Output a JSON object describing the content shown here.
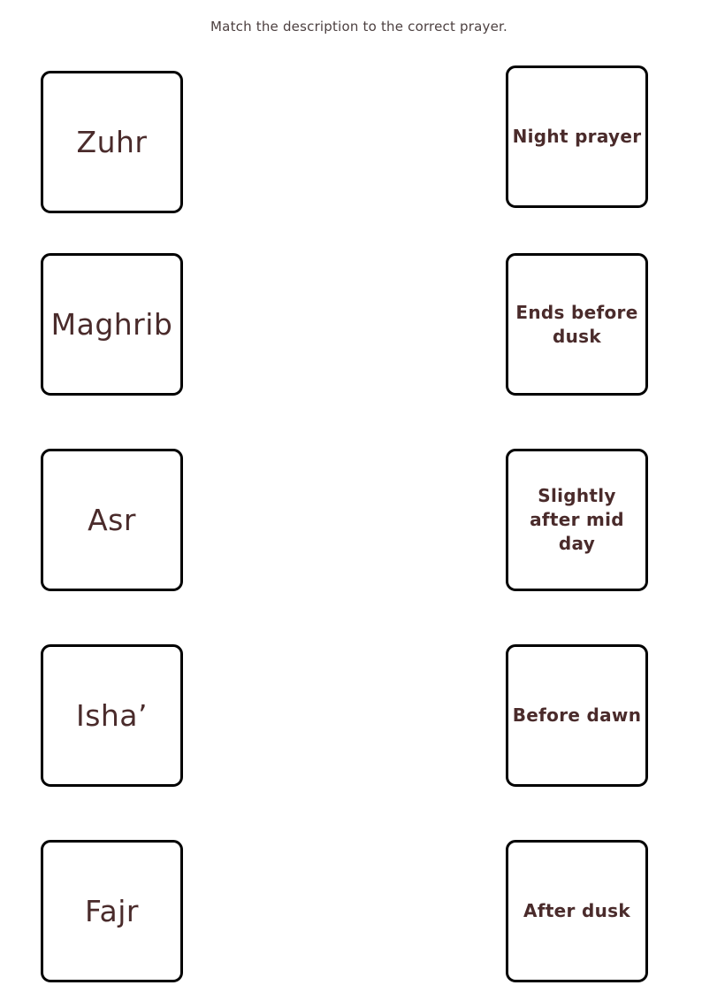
{
  "worksheet": {
    "instruction": "Match the description to the correct prayer.",
    "prayers": [
      "Zuhr",
      "Maghrib",
      "Asr",
      "Isha’",
      "Fajr"
    ],
    "descriptions": [
      "Night prayer",
      "Ends before dusk",
      "Slightly after mid day",
      "Before dawn",
      "After dusk"
    ]
  },
  "colors": {
    "text": "#4a2b2b",
    "border": "#000000",
    "background": "#ffffff"
  }
}
